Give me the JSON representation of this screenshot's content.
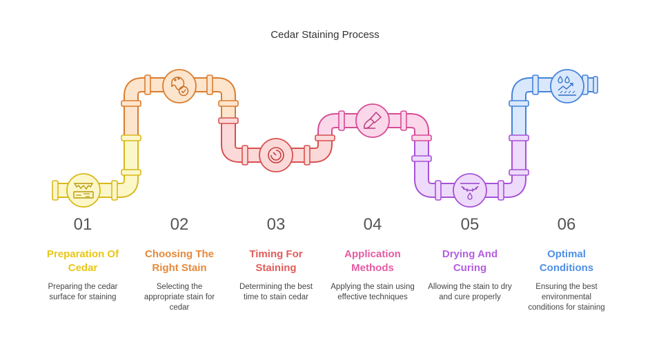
{
  "title": "Cedar Staining Process",
  "colors": {
    "yellow": "#e8c617",
    "orange": "#e6893a",
    "red": "#e25c5a",
    "pink": "#e55aa3",
    "purple": "#b35ee0",
    "blue": "#4f8fe5"
  },
  "steps": [
    {
      "number": "01",
      "title_line1": "Preparation Of",
      "title_line2": "Cedar",
      "description": "Preparing the cedar surface for staining",
      "color": "#e8c617",
      "icon": "wood-surface-icon"
    },
    {
      "number": "02",
      "title_line1": "Choosing The",
      "title_line2": "Right Stain",
      "description": "Selecting the appropriate stain for cedar",
      "color": "#e6893a",
      "icon": "palette-check-icon"
    },
    {
      "number": "03",
      "title_line1": "Timing For",
      "title_line2": "Staining",
      "description": "Determining the best time to stain cedar",
      "color": "#e25c5a",
      "icon": "timer-icon"
    },
    {
      "number": "04",
      "title_line1": "Application",
      "title_line2": "Methods",
      "description": "Applying the stain using effective techniques",
      "color": "#e55aa3",
      "icon": "brush-icon"
    },
    {
      "number": "05",
      "title_line1": "Drying And",
      "title_line2": "Curing",
      "description": "Allowing the stain to dry and cure properly",
      "color": "#b35ee0",
      "icon": "drip-icon"
    },
    {
      "number": "06",
      "title_line1": "Optimal",
      "title_line2": "Conditions",
      "description": "Ensuring the best environmental conditions for staining",
      "color": "#4f8fe5",
      "icon": "weather-trend-icon"
    }
  ]
}
